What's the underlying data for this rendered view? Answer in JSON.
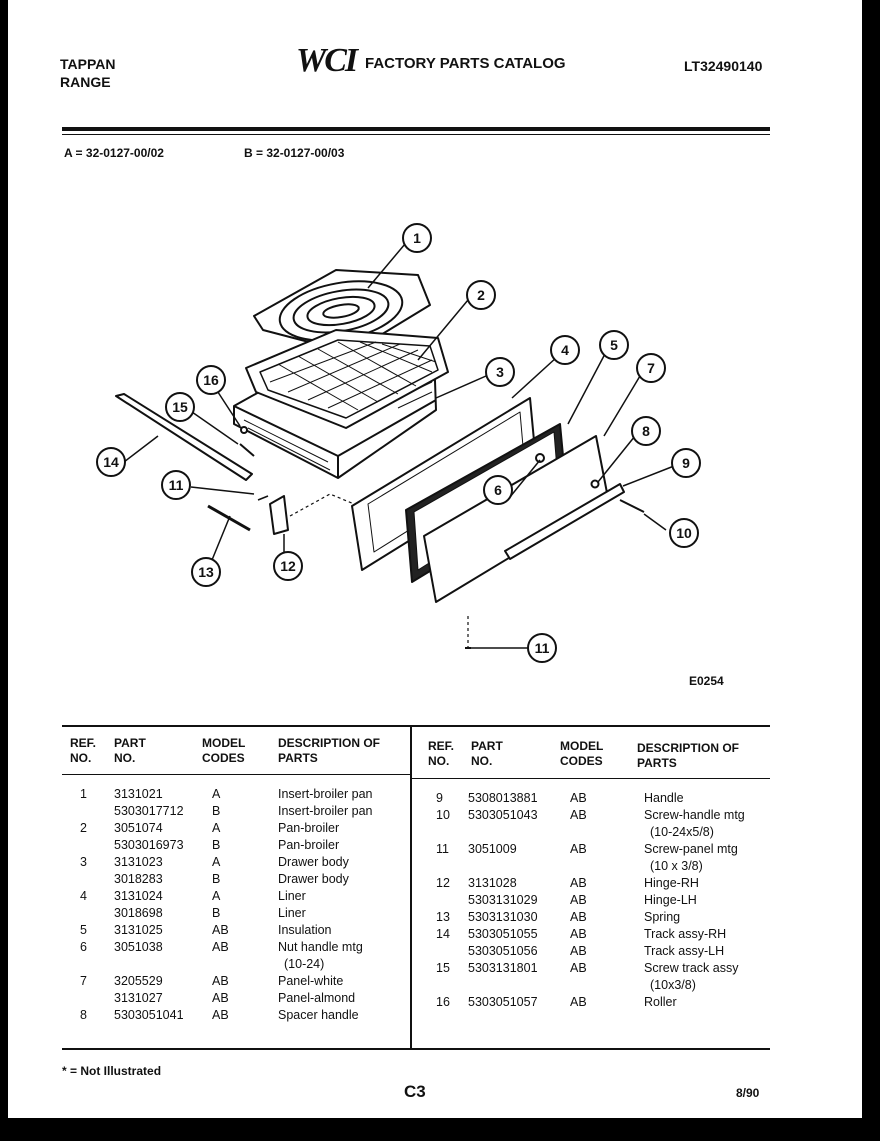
{
  "header": {
    "brand_line1": "TAPPAN",
    "brand_line2": "RANGE",
    "logo": "WCI",
    "catalog_title": "FACTORY PARTS CATALOG",
    "catalog_number": "LT32490140"
  },
  "model_key": {
    "a": "A = 32-0127-00/02",
    "b": "B = 32-0127-00/03"
  },
  "diagram": {
    "callouts": [
      "1",
      "2",
      "3",
      "4",
      "5",
      "6",
      "7",
      "8",
      "9",
      "10",
      "11",
      "12",
      "13",
      "14",
      "15",
      "16"
    ],
    "figure_code": "E0254"
  },
  "table_headers": {
    "ref_no": "REF. NO.",
    "part_no": "PART NO.",
    "model_codes": "MODEL CODES",
    "description": "DESCRIPTION OF PARTS"
  },
  "left_rows": [
    {
      "ref": "1",
      "part": "3131021",
      "code": "A",
      "desc": "Insert-broiler pan"
    },
    {
      "ref": "",
      "part": "5303017712",
      "code": "B",
      "desc": "Insert-broiler pan"
    },
    {
      "ref": "2",
      "part": "3051074",
      "code": "A",
      "desc": "Pan-broiler"
    },
    {
      "ref": "",
      "part": "5303016973",
      "code": "B",
      "desc": "Pan-broiler"
    },
    {
      "ref": "3",
      "part": "3131023",
      "code": "A",
      "desc": "Drawer body"
    },
    {
      "ref": "",
      "part": "3018283",
      "code": "B",
      "desc": "Drawer body"
    },
    {
      "ref": "4",
      "part": "3131024",
      "code": "A",
      "desc": "Liner"
    },
    {
      "ref": "",
      "part": "3018698",
      "code": "B",
      "desc": "Liner"
    },
    {
      "ref": "5",
      "part": "3131025",
      "code": "AB",
      "desc": "Insulation"
    },
    {
      "ref": "6",
      "part": "3051038",
      "code": "AB",
      "desc": "Nut handle mtg"
    },
    {
      "ref": "",
      "part": "",
      "code": "",
      "desc": "(10-24)"
    },
    {
      "ref": "7",
      "part": "3205529",
      "code": "AB",
      "desc": "Panel-white"
    },
    {
      "ref": "",
      "part": "3131027",
      "code": "AB",
      "desc": "Panel-almond"
    },
    {
      "ref": "8",
      "part": "5303051041",
      "code": "AB",
      "desc": "Spacer handle"
    }
  ],
  "right_rows": [
    {
      "ref": "9",
      "part": "5308013881",
      "code": "AB",
      "desc": "Handle"
    },
    {
      "ref": "10",
      "part": "5303051043",
      "code": "AB",
      "desc": "Screw-handle mtg"
    },
    {
      "ref": "",
      "part": "",
      "code": "",
      "desc": "(10-24x5/8)"
    },
    {
      "ref": "11",
      "part": "3051009",
      "code": "AB",
      "desc": "Screw-panel mtg"
    },
    {
      "ref": "",
      "part": "",
      "code": "",
      "desc": "(10 x 3/8)"
    },
    {
      "ref": "12",
      "part": "3131028",
      "code": "AB",
      "desc": "Hinge-RH"
    },
    {
      "ref": "",
      "part": "5303131029",
      "code": "AB",
      "desc": "Hinge-LH"
    },
    {
      "ref": "13",
      "part": "5303131030",
      "code": "AB",
      "desc": "Spring"
    },
    {
      "ref": "14",
      "part": "5303051055",
      "code": "AB",
      "desc": "Track assy-RH"
    },
    {
      "ref": "",
      "part": "5303051056",
      "code": "AB",
      "desc": "Track assy-LH"
    },
    {
      "ref": "15",
      "part": "5303131801",
      "code": "AB",
      "desc": "Screw track assy"
    },
    {
      "ref": "",
      "part": "",
      "code": "",
      "desc": "(10x3/8)"
    },
    {
      "ref": "16",
      "part": "5303051057",
      "code": "AB",
      "desc": "Roller"
    }
  ],
  "footer": {
    "note": "* = Not Illustrated",
    "page": "C3",
    "date": "8/90"
  }
}
